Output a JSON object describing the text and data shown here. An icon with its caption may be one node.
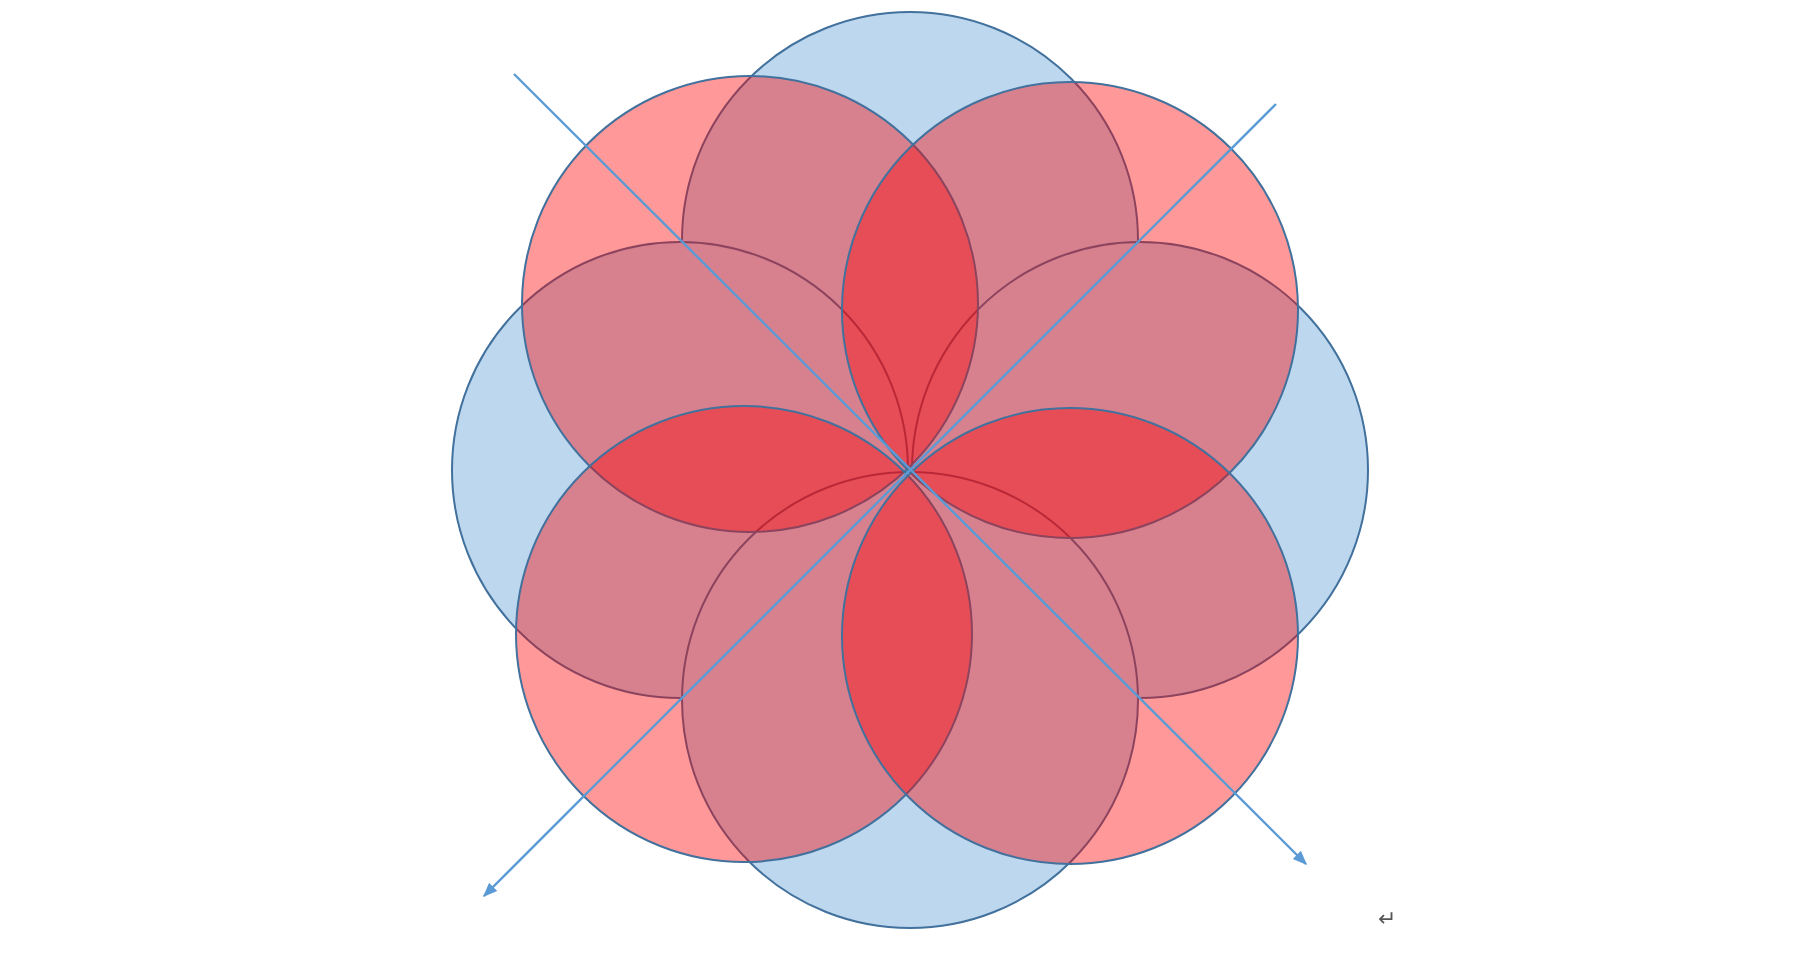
{
  "diagram": {
    "nodes": [
      {
        "text": [],
        "shape": "circle"
      },
      {
        "text": [],
        "shape": "circle"
      },
      {
        "text": [],
        "shape": "circle"
      },
      {
        "text": [],
        "shape": "circle"
      },
      {
        "text": [],
        "shape": "circle"
      },
      {
        "text": [],
        "shape": "circle"
      },
      {
        "text": [],
        "shape": "circle"
      },
      {
        "text": [],
        "shape": "circle"
      }
    ],
    "edges": [],
    "labels": [
      "↵"
    ]
  }
}
